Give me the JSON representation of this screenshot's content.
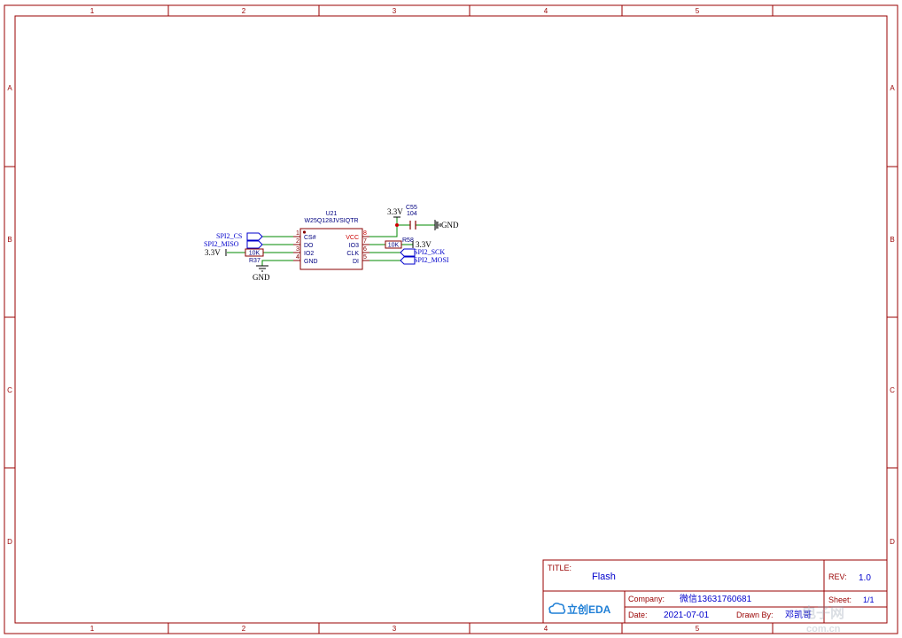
{
  "frame": {
    "columns": [
      "1",
      "2",
      "3",
      "4",
      "5"
    ],
    "rows": [
      "A",
      "B",
      "C",
      "D"
    ]
  },
  "component": {
    "designator": "U21",
    "part": "W25Q128JVSIQTR",
    "left_pins": [
      {
        "num": "1",
        "name": "CS#"
      },
      {
        "num": "2",
        "name": "DO"
      },
      {
        "num": "3",
        "name": "IO2"
      },
      {
        "num": "4",
        "name": "GND"
      }
    ],
    "right_pins": [
      {
        "num": "8",
        "name": "VCC"
      },
      {
        "num": "7",
        "name": "IO3"
      },
      {
        "num": "6",
        "name": "CLK"
      },
      {
        "num": "5",
        "name": "DI"
      }
    ]
  },
  "nets": {
    "spi_cs": "SPI2_CS",
    "spi_miso": "SPI2_MISO",
    "spi_sck": "SPI2_SCK",
    "spi_mosi": "SPI2_MOSI",
    "vcc_left": "3.3V",
    "vcc_top": "3.3V",
    "vcc_r58": "3.3V",
    "gnd_bottom": "GND",
    "gnd_cap": "GND"
  },
  "parts": {
    "r37_name": "R37",
    "r37_value": "10K",
    "r58_name": "R58",
    "r58_value": "10K",
    "c55_name": "C55",
    "c55_value": "104"
  },
  "title_block": {
    "title_label": "TITLE:",
    "title_value": "Flash",
    "rev_label": "REV:",
    "rev_value": "1.0",
    "company_label": "Company:",
    "company_value": "微信13631760681",
    "sheet_label": "Sheet:",
    "sheet_value": "1/1",
    "date_label": "Date:",
    "date_value": "2021-07-01",
    "drawn_label": "Drawn By:",
    "drawn_value": "邓凯哥",
    "logo_text": "立创EDA"
  },
  "watermark": {
    "text": "电子网",
    "sub": "com.cn"
  },
  "colors": {
    "frame": "#990000",
    "wire": "#008800",
    "text_blue": "#0000cc",
    "pin_red": "#cc0000",
    "symbol": "#880000",
    "logo": "#1f7fd6"
  }
}
